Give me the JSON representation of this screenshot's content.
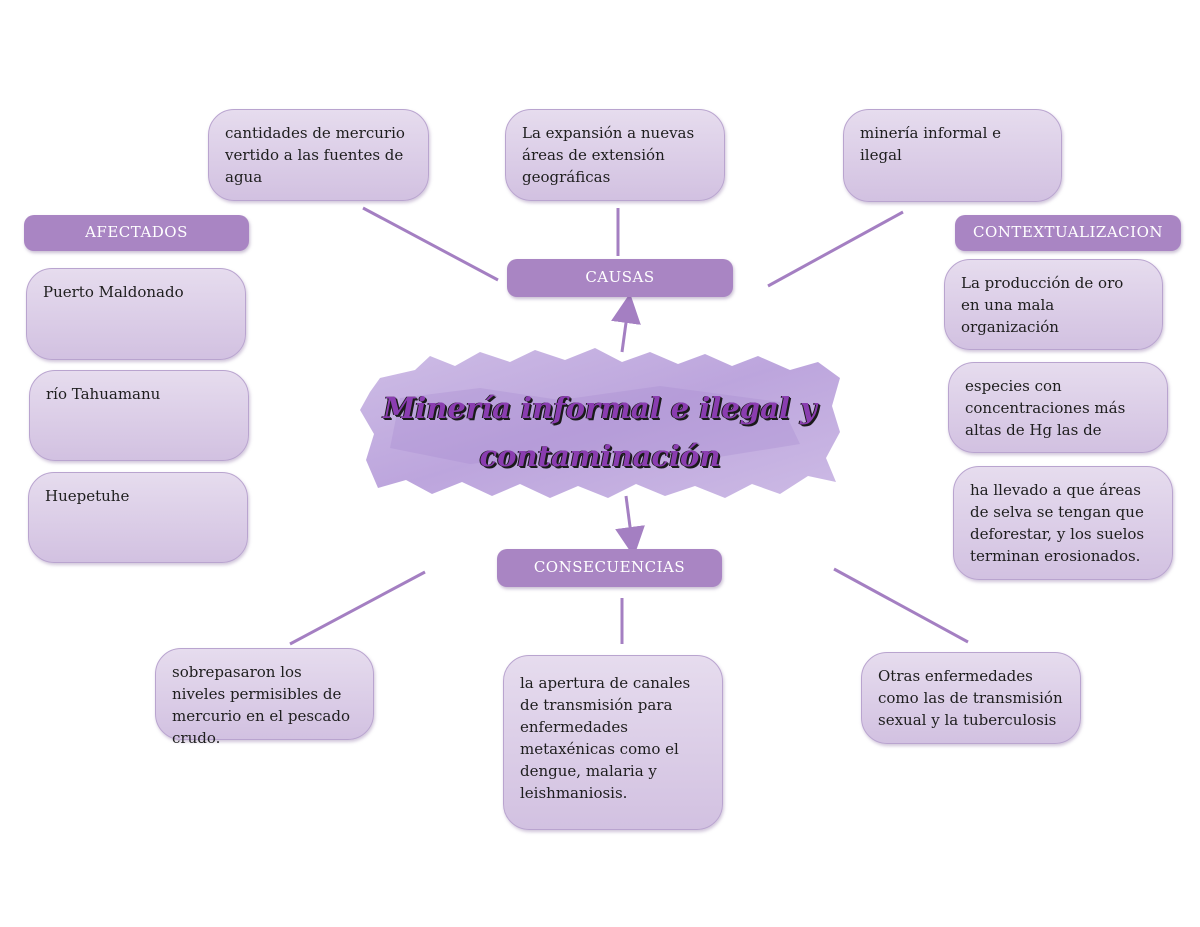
{
  "title": "Minería informal e ilegal y contaminación",
  "labels": {
    "causas": "CAUSAS",
    "consecuencias": "CONSECUENCIAS",
    "afectados": "AFECTADOS",
    "contextualizacion": "CONTEXTUALIZACION"
  },
  "causas": [
    "cantidades de mercurio vertido a las fuentes de agua",
    "La expansión a nuevas áreas de extensión geográficas",
    "minería informal e ilegal"
  ],
  "afectados": [
    "Puerto Maldonado",
    "río Tahuamanu",
    "Huepetuhe"
  ],
  "contextualizacion": [
    "La producción de oro en una mala organización",
    "especies con concentraciones más altas de Hg las de",
    "ha llevado a que áreas de selva se tengan que deforestar, y los suelos terminan erosionados."
  ],
  "consecuencias": [
    "sobrepasaron los niveles permisibles de mercurio en el pescado crudo.",
    "la apertura de canales de transmisión para enfermedades metaxénicas como el dengue, malaria y leishmaniosis.",
    "Otras enfermedades como las de transmisión sexual y la tuberculosis"
  ],
  "colors": {
    "label_fill": "#a985c3",
    "box_fill": "#d8c8e6",
    "line": "#a47fc2",
    "title": "#8a3db0"
  }
}
